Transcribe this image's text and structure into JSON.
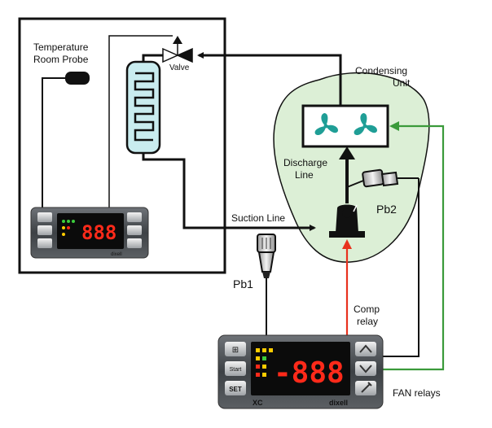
{
  "labels": {
    "temp_probe_line1": "Temperature",
    "temp_probe_line2": "Room Probe",
    "valve": "Valve",
    "condensing_line1": "Condensing",
    "condensing_line2": "Unit",
    "discharge_line1": "Discharge",
    "discharge_line2": "Line",
    "suction_line": "Suction Line",
    "pb1": "Pb1",
    "pb2": "Pb2",
    "comp_relay_line1": "Comp",
    "comp_relay_line2": "relay",
    "fan_relays": "FAN relays"
  },
  "controller_small": {
    "display": "888",
    "brand": "dixell"
  },
  "controller_main": {
    "display": "-888",
    "model": "XC",
    "brand": "dixell",
    "btn_menu": "⊞",
    "btn_start": "Start",
    "btn_set": "SET"
  },
  "colors": {
    "pipe": "#111111",
    "comp_wire": "#e8321e",
    "fan_wire": "#3a9a3a",
    "condensing_fill": "#dcefd6",
    "evaporator_fill": "#c9ecef",
    "fan_fill": "#1f9e96",
    "display_red": "#ff2a1a"
  }
}
